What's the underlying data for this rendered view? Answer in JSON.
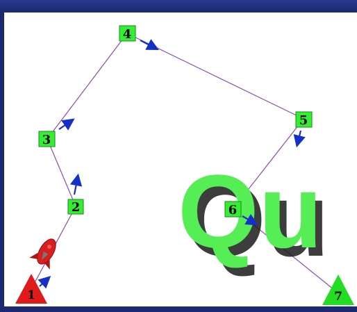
{
  "scene": {
    "title": "Qu",
    "waypoints": [
      {
        "label": "1",
        "shape": "triangle",
        "color": "#e11b1b"
      },
      {
        "label": "2",
        "shape": "square",
        "color": "#33ee33"
      },
      {
        "label": "3",
        "shape": "square",
        "color": "#33ee33"
      },
      {
        "label": "4",
        "shape": "square",
        "color": "#33ee33"
      },
      {
        "label": "5",
        "shape": "square",
        "color": "#33ee33"
      },
      {
        "label": "6",
        "shape": "square",
        "color": "#33ee33"
      },
      {
        "label": "7",
        "shape": "triangle",
        "color": "#22dd22"
      }
    ],
    "colors": {
      "path": "#8a4bb0",
      "arrow": "#1530c8",
      "frame": "#1f2c78",
      "title": "#55ee55",
      "rocket": "#d81f1f"
    },
    "icons": {
      "rocket": "rocket-icon",
      "arrow": "direction-arrow-icon"
    }
  }
}
